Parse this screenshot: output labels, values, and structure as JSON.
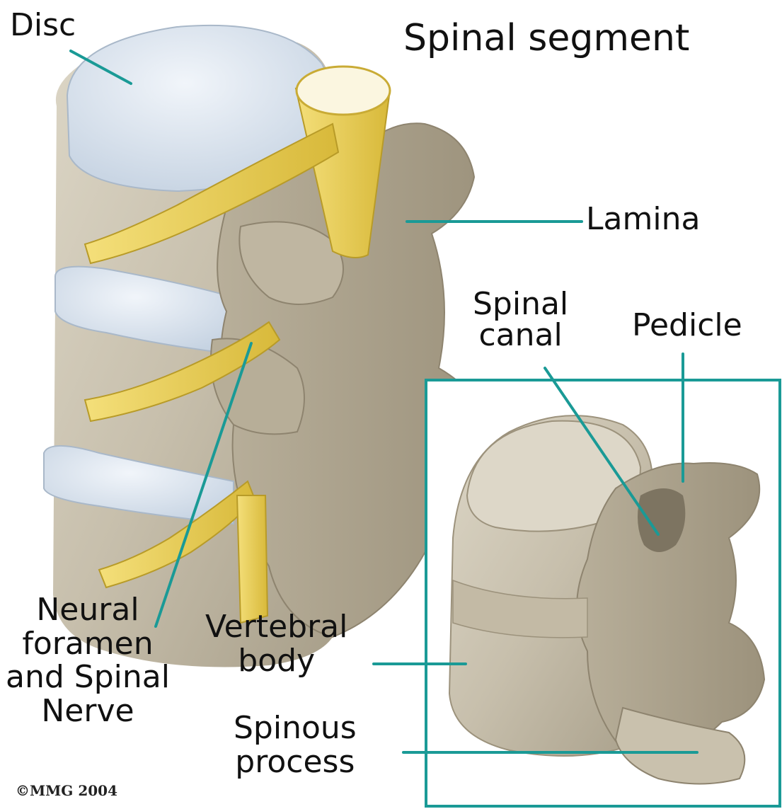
{
  "title": "Spinal segment",
  "labels": {
    "disc": "Disc",
    "lamina": "Lamina",
    "spinal_canal": [
      "Spinal",
      "canal"
    ],
    "pedicle": "Pedicle",
    "neural_foramen": [
      "Neural",
      "foramen",
      "and Spinal",
      "Nerve"
    ],
    "vertebral_body": [
      "Vertebral",
      "body"
    ],
    "spinous_process": [
      "Spinous",
      "process"
    ]
  },
  "copyright": "©MMG 2004",
  "colors": {
    "leader_line": "#1a9a96",
    "bone": "#cbc3b1",
    "disc": "#d8e2ee",
    "nerve": "#e8cf55",
    "inset_border": "#1a9a96"
  }
}
